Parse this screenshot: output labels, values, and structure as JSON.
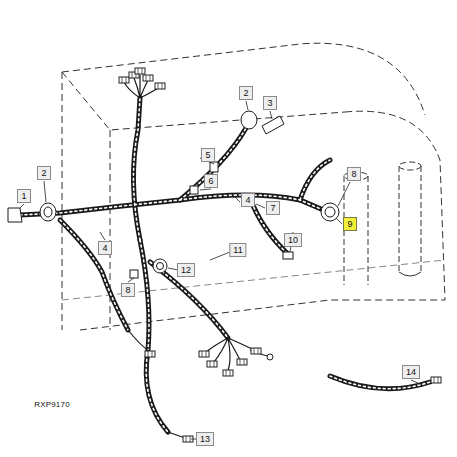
{
  "diagram": {
    "labels": [
      "1",
      "2",
      "2",
      "3",
      "5",
      "6",
      "4",
      "7",
      "8",
      "9",
      "10",
      "11",
      "4",
      "12",
      "8",
      "13",
      "14",
      "RXP9170"
    ]
  }
}
